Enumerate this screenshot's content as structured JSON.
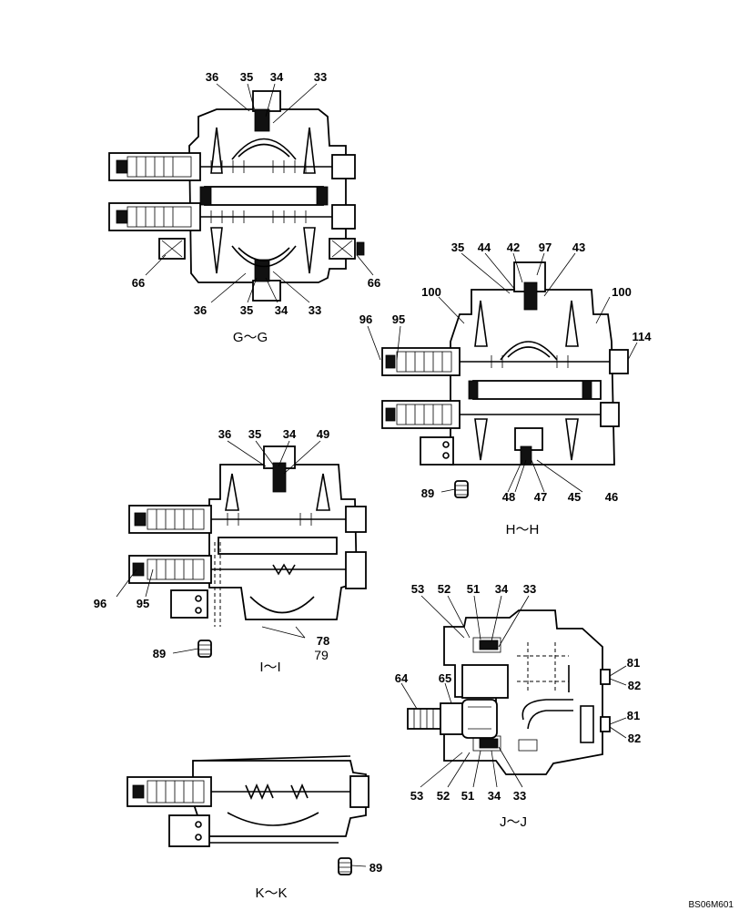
{
  "views": {
    "gg": {
      "title": "G～G",
      "labels": {
        "l36a": "36",
        "l35a": "35",
        "l34a": "34",
        "l33a": "33",
        "l66a": "66",
        "l66b": "66",
        "l36b": "36",
        "l35b": "35",
        "l34b": "34",
        "l33b": "33"
      }
    },
    "hh": {
      "title": "H～H",
      "labels": {
        "l35": "35",
        "l44": "44",
        "l42": "42",
        "l97": "97",
        "l43": "43",
        "l100a": "100",
        "l100b": "100",
        "l96": "96",
        "l95": "95",
        "l114": "114",
        "l89": "89",
        "l48": "48",
        "l47": "47",
        "l45": "45",
        "l46": "46"
      }
    },
    "ii": {
      "title": "I～I",
      "labels": {
        "l36": "36",
        "l35": "35",
        "l34": "34",
        "l49": "49",
        "l96": "96",
        "l95": "95",
        "l78": "78",
        "l79": "79",
        "l89": "89"
      }
    },
    "jj": {
      "title": "J～J",
      "labels": {
        "l53a": "53",
        "l52a": "52",
        "l51a": "51",
        "l34a": "34",
        "l33a": "33",
        "l81a": "81",
        "l82a": "82",
        "l64": "64",
        "l65": "65",
        "l81b": "81",
        "l82b": "82",
        "l53b": "53",
        "l52b": "52",
        "l51b": "51",
        "l34b": "34",
        "l33b": "33"
      }
    },
    "kk": {
      "title": "K～K",
      "labels": {
        "l89": "89"
      }
    }
  },
  "ref_code": "BS06M601"
}
